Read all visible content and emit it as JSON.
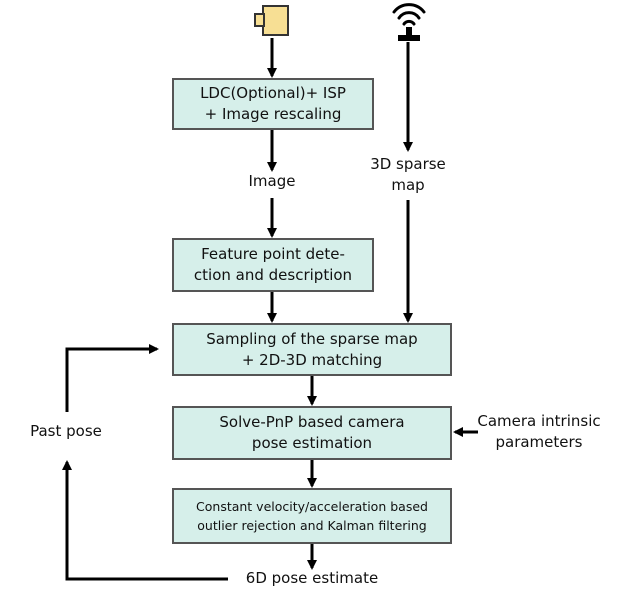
{
  "boxes": {
    "ldc_isp": [
      "LDC(Optional)+ ISP",
      "+ Image rescaling"
    ],
    "feature_detection": [
      "Feature point dete-",
      "ction and description"
    ],
    "sampling_matching": [
      "Sampling of the sparse map",
      "+ 2D-3D matching"
    ],
    "solve_pnp": [
      "Solve-PnP based camera",
      "pose estimation"
    ],
    "outlier_filtering": [
      "Constant velocity/acceleration based",
      "outlier rejection and Kalman filtering"
    ]
  },
  "labels": {
    "image": "Image",
    "sparse_map": [
      "3D sparse",
      "map"
    ],
    "past_pose": "Past pose",
    "camera_intrinsics": [
      "Camera intrinsic",
      "parameters"
    ],
    "pose_estimate": "6D pose estimate"
  },
  "icons": {
    "camera": "camera-icon",
    "wireless": "wireless-antenna-icon"
  },
  "colors": {
    "box_fill": "#d6efea",
    "camera_fill": "#f7df94"
  }
}
